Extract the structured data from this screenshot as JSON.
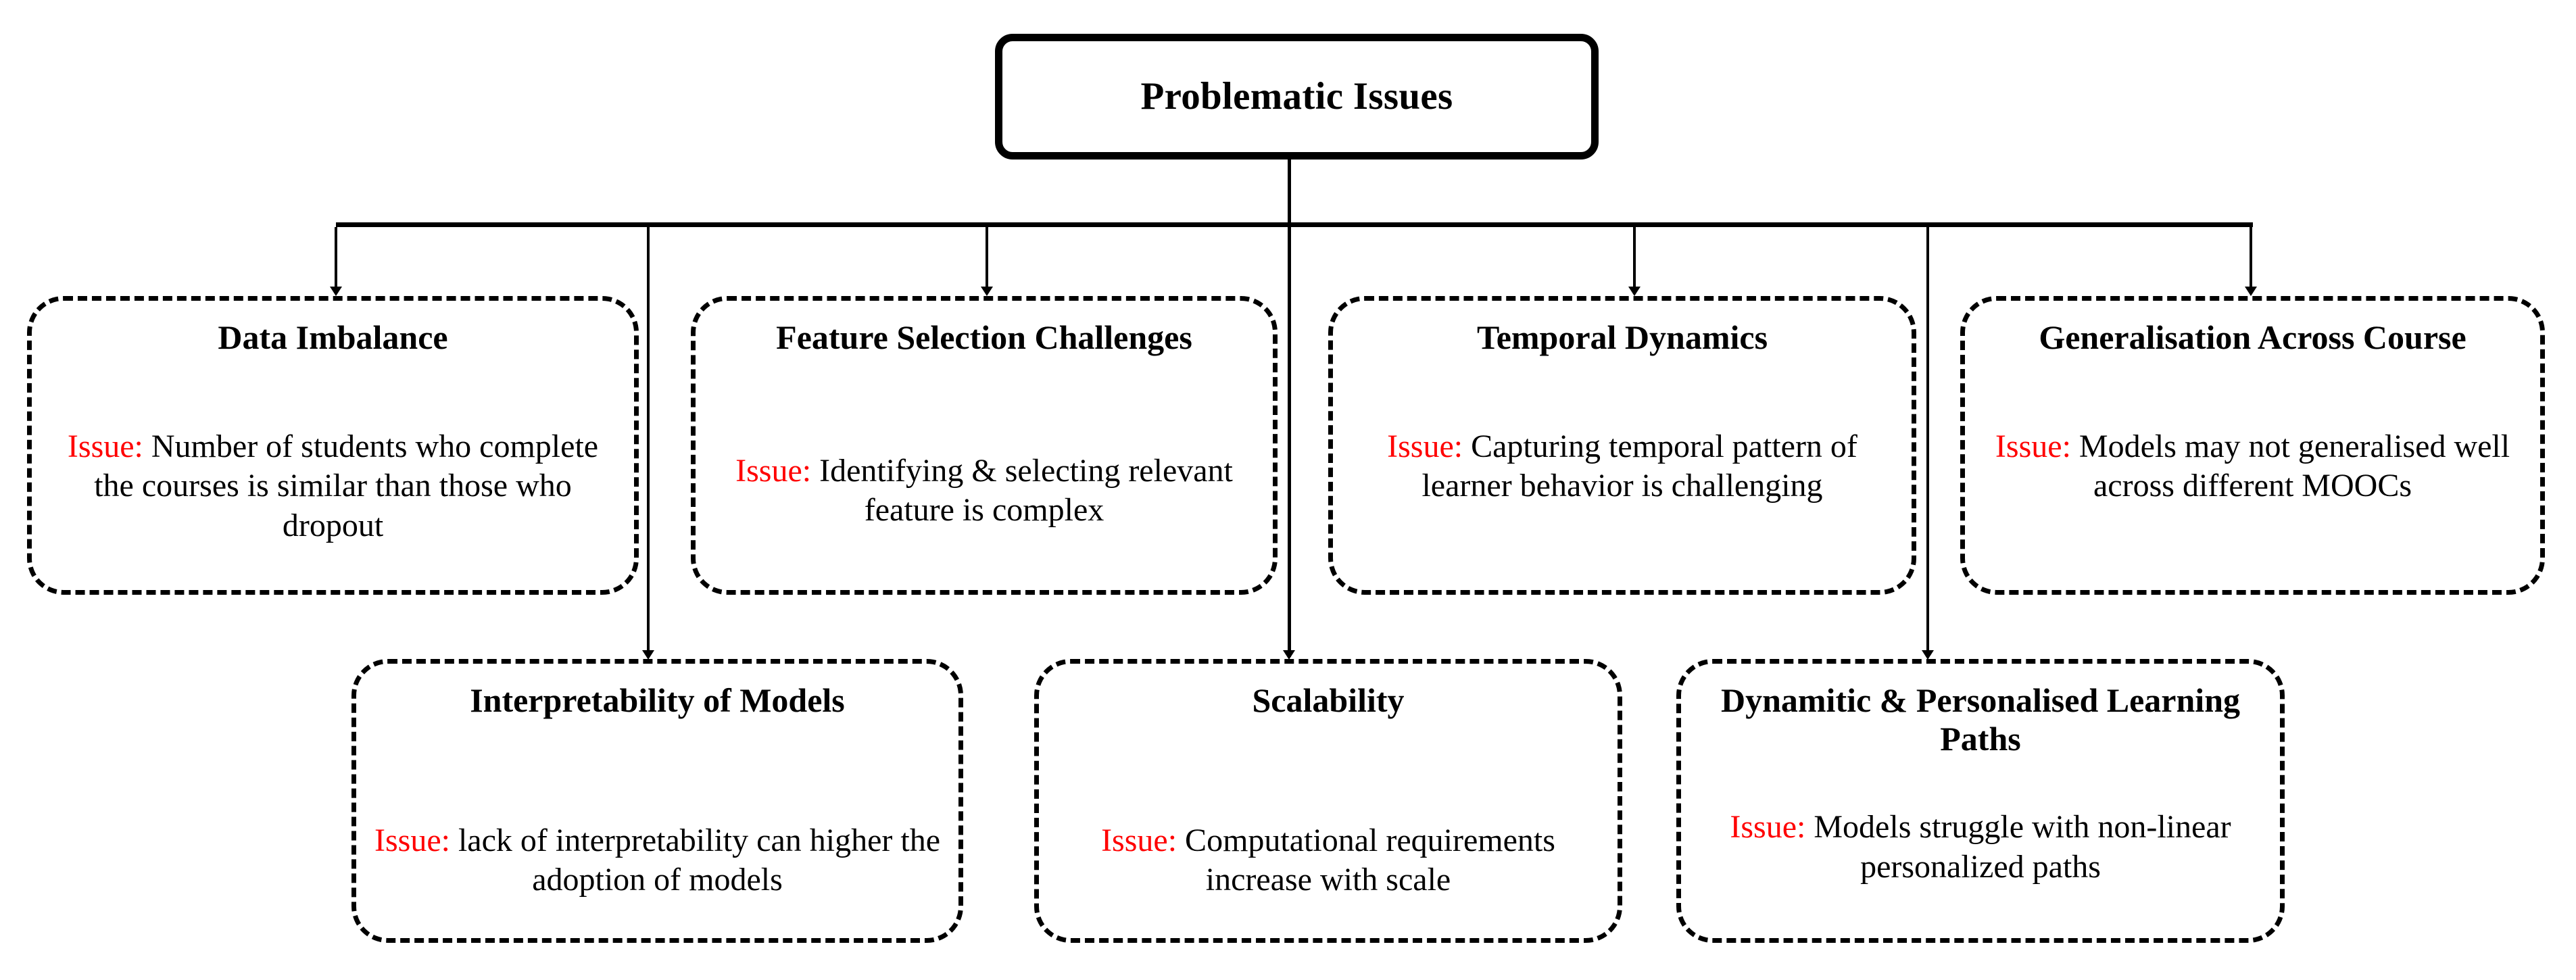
{
  "diagram": {
    "title": "Problematic Issues",
    "issue_prefix": "Issue:",
    "accent_color": "#ff0000",
    "line_color": "#000000",
    "background_color": "#ffffff"
  },
  "row1": [
    {
      "title": "Data Imbalance",
      "issue_label": "Issue:",
      "issue_text": " Number of students who complete the courses is similar than those who dropout"
    },
    {
      "title": "Feature Selection Challenges",
      "issue_label": "Issue:",
      "issue_text": " Identifying & selecting relevant feature is complex"
    },
    {
      "title": "Temporal Dynamics",
      "issue_label": "Issue:",
      "issue_text": " Capturing temporal pattern of learner behavior is challenging"
    },
    {
      "title": "Generalisation Across Course",
      "issue_label": "Issue:",
      "issue_text": " Models may not generalised well across different MOOCs"
    }
  ],
  "row2": [
    {
      "title": "Interpretability of Models",
      "issue_label": "Issue:",
      "issue_text": " lack of interpretability can higher the adoption of models"
    },
    {
      "title": "Scalability",
      "issue_label": "Issue:",
      "issue_text": " Computational requirements increase with scale"
    },
    {
      "title": "Dynamitic & Personalised Learning Paths",
      "issue_label": "Issue:",
      "issue_text": " Models struggle with non-linear personalized paths"
    }
  ]
}
